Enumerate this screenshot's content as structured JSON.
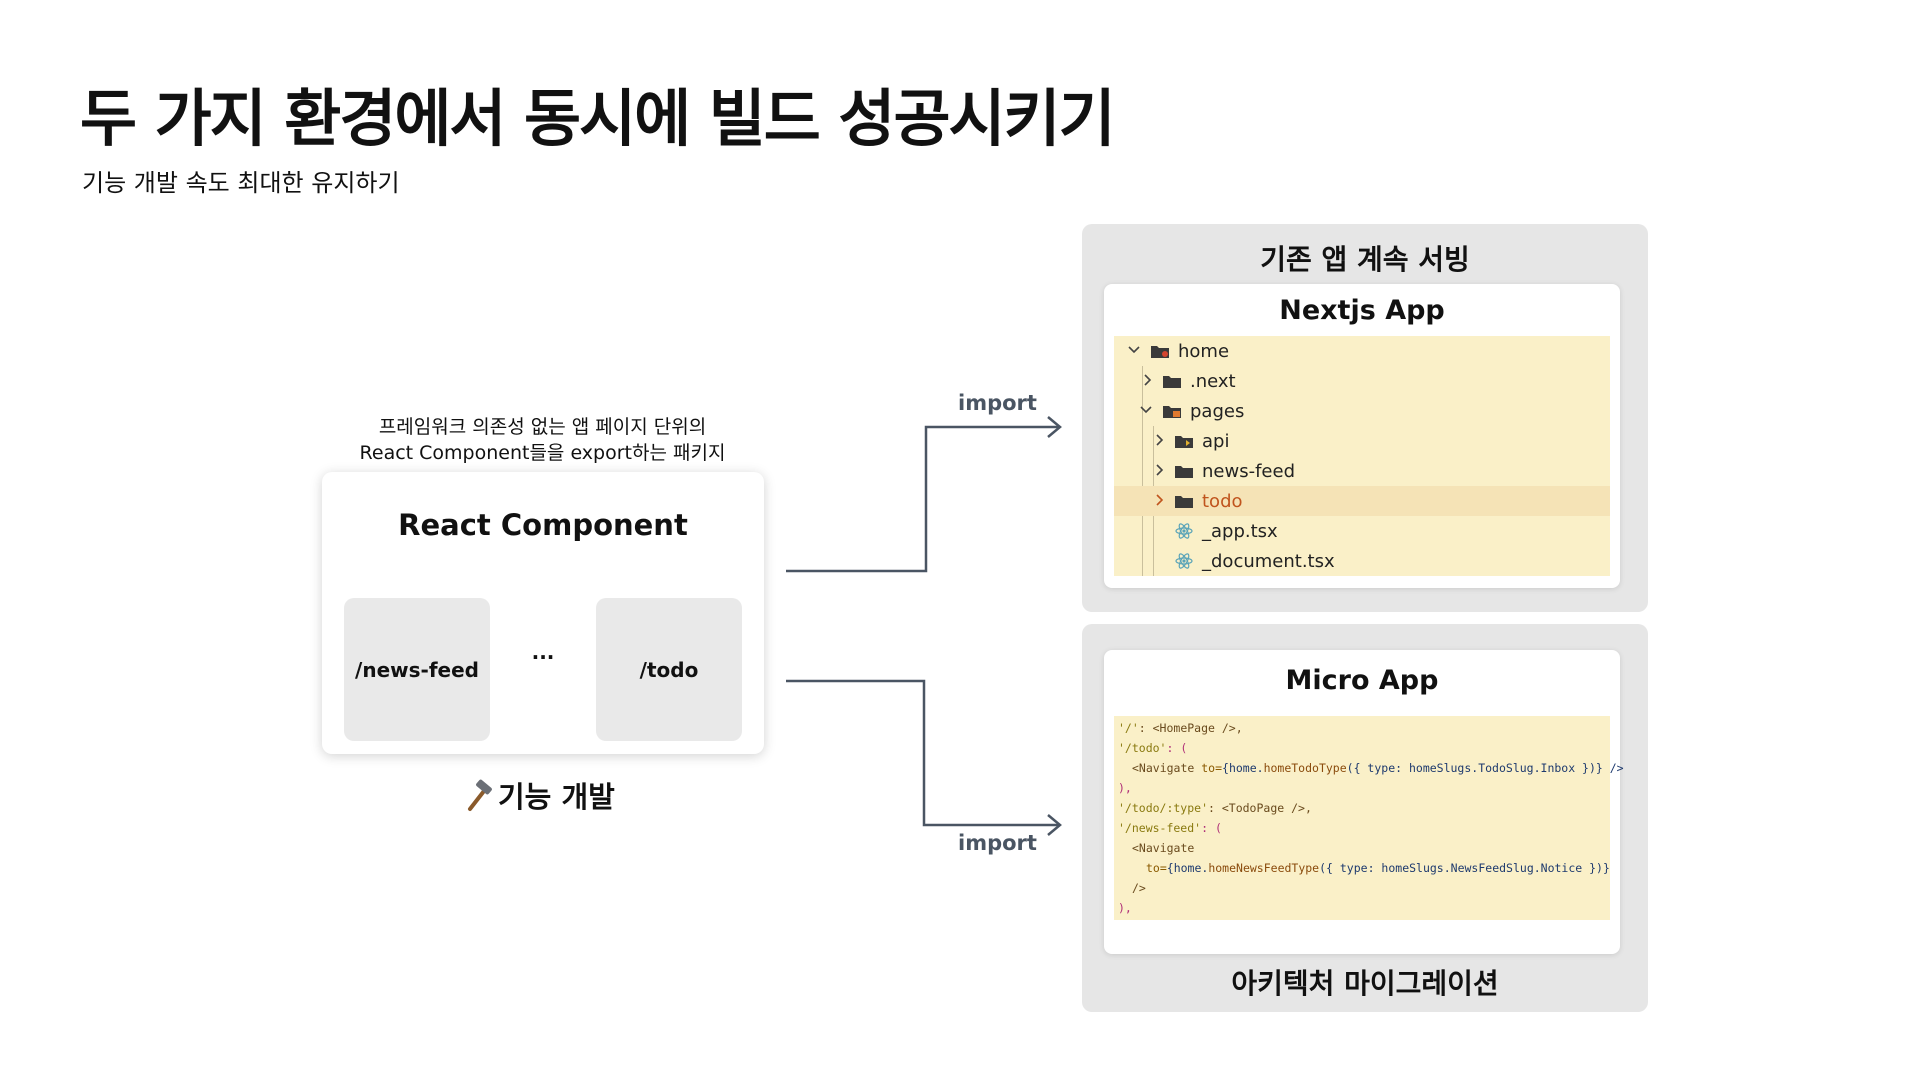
{
  "header": {
    "title": "두 가지 환경에서 동시에 빌드 성공시키기",
    "subtitle": "기능 개발 속도 최대한 유지하기"
  },
  "left": {
    "description_line1": "프레임워크 의존성 없는 앱 페이지 단위의",
    "description_line2": "React Component들을 export하는 패키지",
    "card_title": "React Component",
    "pages": [
      "/news-feed",
      "/todo"
    ],
    "ellipsis": "...",
    "feature_label": "기능 개발",
    "feature_icon": "hammer-icon"
  },
  "connectors": {
    "top_label": "import",
    "bottom_label": "import",
    "color": "#4a5563"
  },
  "top_panel": {
    "label": "기존 앱 계속 서빙",
    "card_title": "Nextjs App",
    "tree": [
      {
        "name": "home",
        "expanded": true,
        "icon": "home-folder-icon"
      },
      {
        "name": ".next",
        "expanded": false,
        "icon": "folder-icon"
      },
      {
        "name": "pages",
        "expanded": true,
        "icon": "pages-folder-icon"
      },
      {
        "name": "api",
        "expanded": false,
        "icon": "api-folder-icon"
      },
      {
        "name": "news-feed",
        "expanded": false,
        "icon": "folder-icon"
      },
      {
        "name": "todo",
        "expanded": false,
        "icon": "folder-icon",
        "selected": true
      },
      {
        "name": "_app.tsx",
        "icon": "react-icon"
      },
      {
        "name": "_document.tsx",
        "icon": "react-icon"
      }
    ]
  },
  "bottom_panel": {
    "label": "아키텍처 마이그레이션",
    "card_title": "Micro App",
    "code": {
      "l1_path": "'/'",
      "l1_rest": ": <HomePage />,",
      "l2_path": "'/todo'",
      "l2_rest": ": (",
      "l3_tag": "<Navigate",
      "l3_attr": " to=",
      "l3_home": "{home.",
      "l3_fn": "homeTodoType",
      "l3_args": "({ type: homeSlugs.TodoSlug.Inbox })} />",
      "l4": "),",
      "l5_path": "'/todo/:type'",
      "l5_rest": ": <TodoPage />,",
      "l6_path": "'/news-feed'",
      "l6_rest": ": (",
      "l7_tag": "<Navigate",
      "l8_attr": "to=",
      "l8_home": "{home.",
      "l8_fn": "homeNewsFeedType",
      "l8_args": "({ type: homeSlugs.NewsFeedSlug.Notice })}",
      "l9": "/>",
      "l10": "),"
    }
  }
}
